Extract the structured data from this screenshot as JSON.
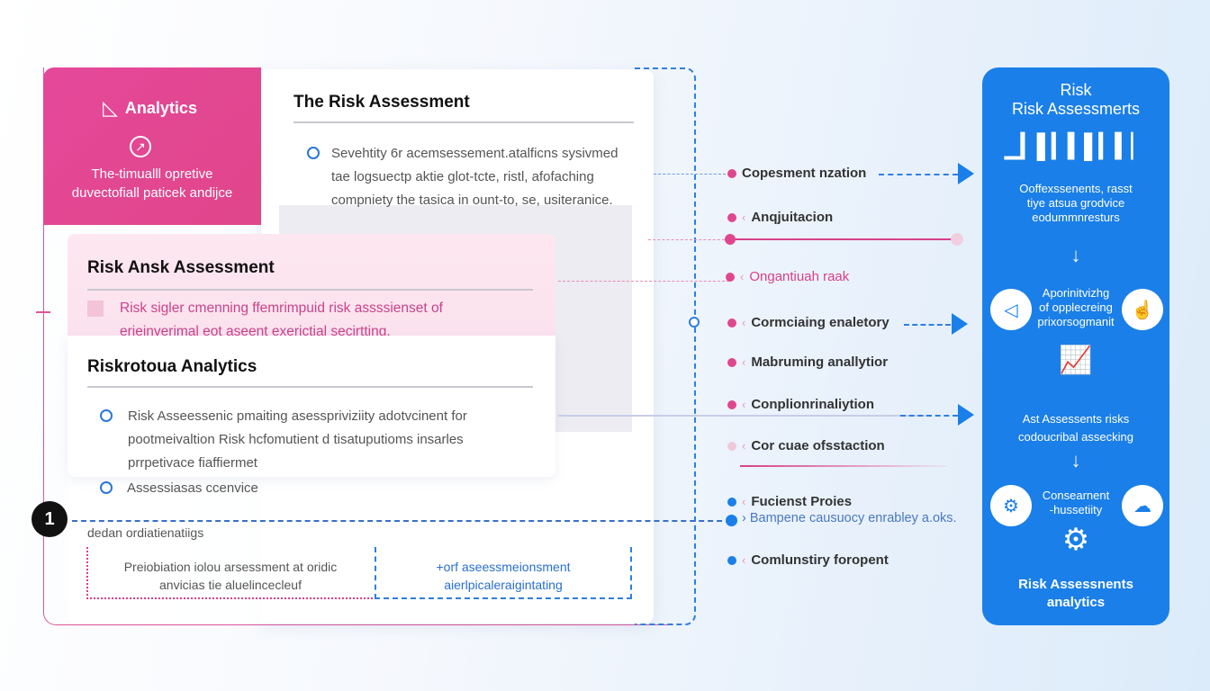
{
  "analytics_card": {
    "title": "Analytics",
    "desc": [
      "The-timualll opretive",
      "duvectofiall paticek andijce"
    ]
  },
  "main_card": {
    "title": "The Risk Assessment",
    "lines": [
      "Sevehtity 6r acemsessement.atalficns sysivmed",
      "tae logsuectp aktie glot-tcte, ristl, afofaching",
      "compniety the tasica in ount-to, se, usiteranice."
    ]
  },
  "pink_card": {
    "title": "Risk Ansk Assessment",
    "lines": [
      "Risk sigler cmenning ffemrimpuid risk assssienset of",
      "erieinverimal eot aseent exerictial secirtting."
    ]
  },
  "analytics_section": {
    "title": "Riskrotoua Analytics",
    "bullet1": [
      "Risk Asseessenic pmaiting asesspriviziity adotvcinent for",
      "pootmeivaltion Risk hcfomutient d tisatuputioms insarles",
      "prrpetivace fiaffiermet"
    ],
    "bullet2": "Assessiasas ccenvice"
  },
  "badge": "1",
  "bottom": {
    "label": "dedan ordiatienatiigs",
    "box1": [
      "Preiobiation iolou arsessment at oridic",
      "anvicias tie aluelincecleuf"
    ],
    "box2": [
      "+orf aseessmeionsment",
      "aierlpicaleraigintating"
    ]
  },
  "flow_items": [
    "Copesment nzation",
    "Anqjuitacion",
    "Ongantiuah raak",
    "Cormciaing enaletory",
    "Mabruming anallytior",
    "Conplionrinaliytion",
    "Cor cuae ofsstaction",
    "Fucienst Proies",
    "Bampene causuocy enrabley a.oks.",
    "Comlunstiry foropent"
  ],
  "right_panel": {
    "title": [
      "Risk",
      "Risk Assessmerts"
    ],
    "block1": [
      "Ooffexssenents, rasst",
      "tiye atsua grodvice",
      "eodummnresturs"
    ],
    "block2": [
      "Aporinitvizhg",
      "of opplecreing",
      "prixorsogmanit"
    ],
    "block3": [
      "Ast Assessents risks",
      "codoucribal assecking"
    ],
    "block4": [
      "Consearnent",
      "-hussetiity"
    ],
    "footer": [
      "Risk Assessnents",
      "analytics"
    ]
  },
  "colors": {
    "pink": "#e3468f",
    "blue": "#1a7fe8"
  }
}
